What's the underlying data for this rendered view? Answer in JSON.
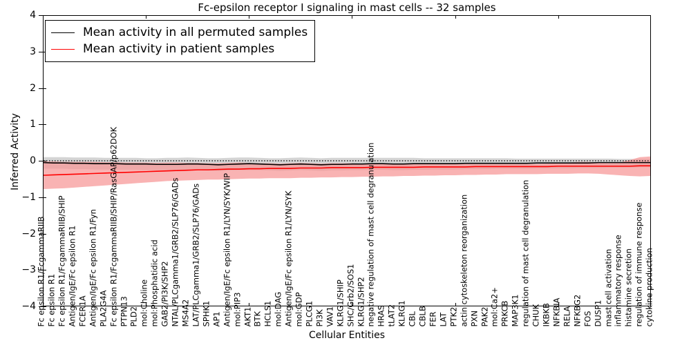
{
  "chart_data": {
    "type": "line",
    "title": "Fc-epsilon receptor I signaling in mast cells -- 32 samples",
    "xlabel": "Cellular Entities",
    "ylabel": "Inferred Activity",
    "ylim": [
      -4,
      4
    ],
    "yticks": [
      -4,
      -3,
      -2,
      -1,
      0,
      1,
      2,
      3,
      4
    ],
    "grid": false,
    "legend_position": "upper left",
    "n_samples": 32,
    "zero_reference_line": 0,
    "series": [
      {
        "name": "Mean activity in all permuted samples",
        "color": "#000000",
        "band_color": "#cccccc",
        "values": [
          -0.05,
          -0.06,
          -0.06,
          -0.07,
          -0.07,
          -0.08,
          -0.08,
          -0.08,
          -0.09,
          -0.09,
          -0.09,
          -0.1,
          -0.1,
          -0.1,
          -0.09,
          -0.09,
          -0.1,
          -0.11,
          -0.1,
          -0.09,
          -0.08,
          -0.09,
          -0.1,
          -0.11,
          -0.1,
          -0.09,
          -0.1,
          -0.11,
          -0.1,
          -0.1,
          -0.09,
          -0.09,
          -0.08,
          -0.08,
          -0.09,
          -0.09,
          -0.08,
          -0.08,
          -0.08,
          -0.08,
          -0.08,
          -0.07,
          -0.07,
          -0.07,
          -0.07,
          -0.07,
          -0.07,
          -0.07,
          -0.06,
          -0.06,
          -0.06,
          -0.06,
          -0.06,
          -0.06,
          -0.05,
          -0.05,
          -0.05,
          -0.05,
          -0.05,
          -0.05
        ],
        "band_upper": [
          0.1,
          0.1,
          0.1,
          0.09,
          0.09,
          0.09,
          0.08,
          0.08,
          0.08,
          0.08,
          0.07,
          0.07,
          0.08,
          0.08,
          0.09,
          0.08,
          0.07,
          0.07,
          0.08,
          0.09,
          0.09,
          0.08,
          0.07,
          0.07,
          0.08,
          0.09,
          0.08,
          0.07,
          0.08,
          0.08,
          0.08,
          0.08,
          0.08,
          0.08,
          0.08,
          0.08,
          0.08,
          0.07,
          0.07,
          0.07,
          0.07,
          0.07,
          0.07,
          0.07,
          0.07,
          0.07,
          0.06,
          0.06,
          0.06,
          0.06,
          0.06,
          0.06,
          0.06,
          0.06,
          0.06,
          0.06,
          0.05,
          0.05,
          0.05,
          0.05
        ],
        "band_lower": [
          -0.22,
          -0.22,
          -0.22,
          -0.23,
          -0.23,
          -0.24,
          -0.24,
          -0.25,
          -0.25,
          -0.25,
          -0.26,
          -0.26,
          -0.26,
          -0.27,
          -0.26,
          -0.26,
          -0.27,
          -0.28,
          -0.27,
          -0.26,
          -0.26,
          -0.26,
          -0.27,
          -0.28,
          -0.27,
          -0.26,
          -0.27,
          -0.28,
          -0.27,
          -0.27,
          -0.26,
          -0.26,
          -0.25,
          -0.25,
          -0.26,
          -0.26,
          -0.25,
          -0.25,
          -0.24,
          -0.24,
          -0.24,
          -0.23,
          -0.23,
          -0.23,
          -0.22,
          -0.22,
          -0.22,
          -0.22,
          -0.21,
          -0.21,
          -0.21,
          -0.21,
          -0.2,
          -0.2,
          -0.2,
          -0.19,
          -0.19,
          -0.19,
          -0.18,
          -0.18
        ]
      },
      {
        "name": "Mean activity in patient samples",
        "color": "#ff0000",
        "band_color": "#f79a9a",
        "values": [
          -0.4,
          -0.39,
          -0.38,
          -0.37,
          -0.36,
          -0.35,
          -0.34,
          -0.33,
          -0.32,
          -0.31,
          -0.3,
          -0.29,
          -0.28,
          -0.27,
          -0.26,
          -0.25,
          -0.25,
          -0.24,
          -0.23,
          -0.23,
          -0.22,
          -0.22,
          -0.21,
          -0.21,
          -0.21,
          -0.2,
          -0.2,
          -0.2,
          -0.19,
          -0.19,
          -0.19,
          -0.19,
          -0.18,
          -0.18,
          -0.18,
          -0.18,
          -0.18,
          -0.17,
          -0.17,
          -0.17,
          -0.17,
          -0.17,
          -0.16,
          -0.16,
          -0.16,
          -0.16,
          -0.16,
          -0.16,
          -0.16,
          -0.16,
          -0.15,
          -0.15,
          -0.15,
          -0.15,
          -0.15,
          -0.15,
          -0.15,
          -0.15,
          -0.14,
          -0.14
        ],
        "band_upper": [
          -0.02,
          -0.02,
          -0.03,
          -0.03,
          -0.03,
          -0.03,
          -0.04,
          -0.04,
          -0.05,
          -0.05,
          -0.05,
          -0.06,
          -0.05,
          -0.05,
          -0.06,
          -0.06,
          -0.07,
          -0.07,
          -0.06,
          -0.05,
          -0.06,
          -0.07,
          -0.07,
          -0.08,
          -0.07,
          -0.06,
          -0.07,
          -0.08,
          -0.07,
          -0.07,
          -0.07,
          -0.08,
          -0.08,
          -0.08,
          -0.08,
          -0.09,
          -0.09,
          -0.09,
          -0.09,
          -0.09,
          -0.09,
          -0.09,
          -0.09,
          -0.09,
          -0.09,
          -0.09,
          -0.09,
          -0.09,
          -0.09,
          -0.08,
          -0.07,
          -0.05,
          -0.03,
          -0.03,
          -0.05,
          -0.07,
          -0.05,
          0.02,
          0.1,
          0.12
        ],
        "band_lower": [
          -0.78,
          -0.77,
          -0.76,
          -0.74,
          -0.72,
          -0.7,
          -0.68,
          -0.66,
          -0.64,
          -0.62,
          -0.6,
          -0.58,
          -0.56,
          -0.55,
          -0.54,
          -0.53,
          -0.52,
          -0.52,
          -0.51,
          -0.5,
          -0.49,
          -0.49,
          -0.48,
          -0.48,
          -0.48,
          -0.47,
          -0.47,
          -0.46,
          -0.46,
          -0.45,
          -0.45,
          -0.44,
          -0.44,
          -0.43,
          -0.43,
          -0.42,
          -0.42,
          -0.41,
          -0.41,
          -0.4,
          -0.4,
          -0.39,
          -0.39,
          -0.38,
          -0.38,
          -0.37,
          -0.37,
          -0.37,
          -0.37,
          -0.36,
          -0.36,
          -0.36,
          -0.35,
          -0.35,
          -0.36,
          -0.38,
          -0.4,
          -0.42,
          -0.43,
          -0.42
        ]
      }
    ],
    "categories": [
      "Fc epsilon R1/FcgammaRIIB",
      "Fc epsilon R1",
      "Fc epsilon R1/FcgammaRIIB/SHIP",
      "Antigen/IgE/Fc epsilon R1",
      "FCER1A",
      "Antigen/IgE/Fc epsilon R1/Fyn",
      "PLA2G4A",
      "Fc epsilon R1/FcgammaRIIB/SHIP/RasGAP/p62DOK",
      "PTPN13",
      "PLD2",
      "mol:Choline",
      "mol:Phosphatidic acid",
      "GAB2/PI3K/SHP2",
      "NTAL/PLCgamma1/GRB2/SLP76/GADs",
      "MS4A2",
      "LAT/PLCgamma1/GRB2/SLP76/GADs",
      "SPHK1",
      "AP1",
      "Antigen/IgE/Fc epsilon R1/LYN/SYK/WIP",
      "mol:PIP3",
      "AKT1",
      "BTK",
      "HCLS1",
      "mol:DAG",
      "Antigen/IgE/Fc epsilon R1/LYN/SYK",
      "mol:GDP",
      "PLCG1",
      "PI3K",
      "VAV1",
      "KLRG1/SHIP",
      "SHC/Grb2/SOS1",
      "KLRG1/SHP2",
      "negative regulation of mast cell degranulation",
      "HRAS",
      "tLAT2",
      "KLRG1",
      "CBL",
      "CBLB",
      "FER",
      "LAT",
      "PTK2",
      "actin cytoskeleton reorganization",
      "PXN",
      "PAK2",
      "mol:Ca2+",
      "PRKCB",
      "MAP3K1",
      "regulation of mast cell degranulation",
      "CHUK",
      "IKBKB",
      "NFKBIA",
      "RELA",
      "NFKBG2",
      "FOS",
      "DUSP1",
      "mast cell activation",
      "inflammatory response",
      "histamine secretion",
      "regulation of immune response",
      "cytokine production"
    ]
  }
}
